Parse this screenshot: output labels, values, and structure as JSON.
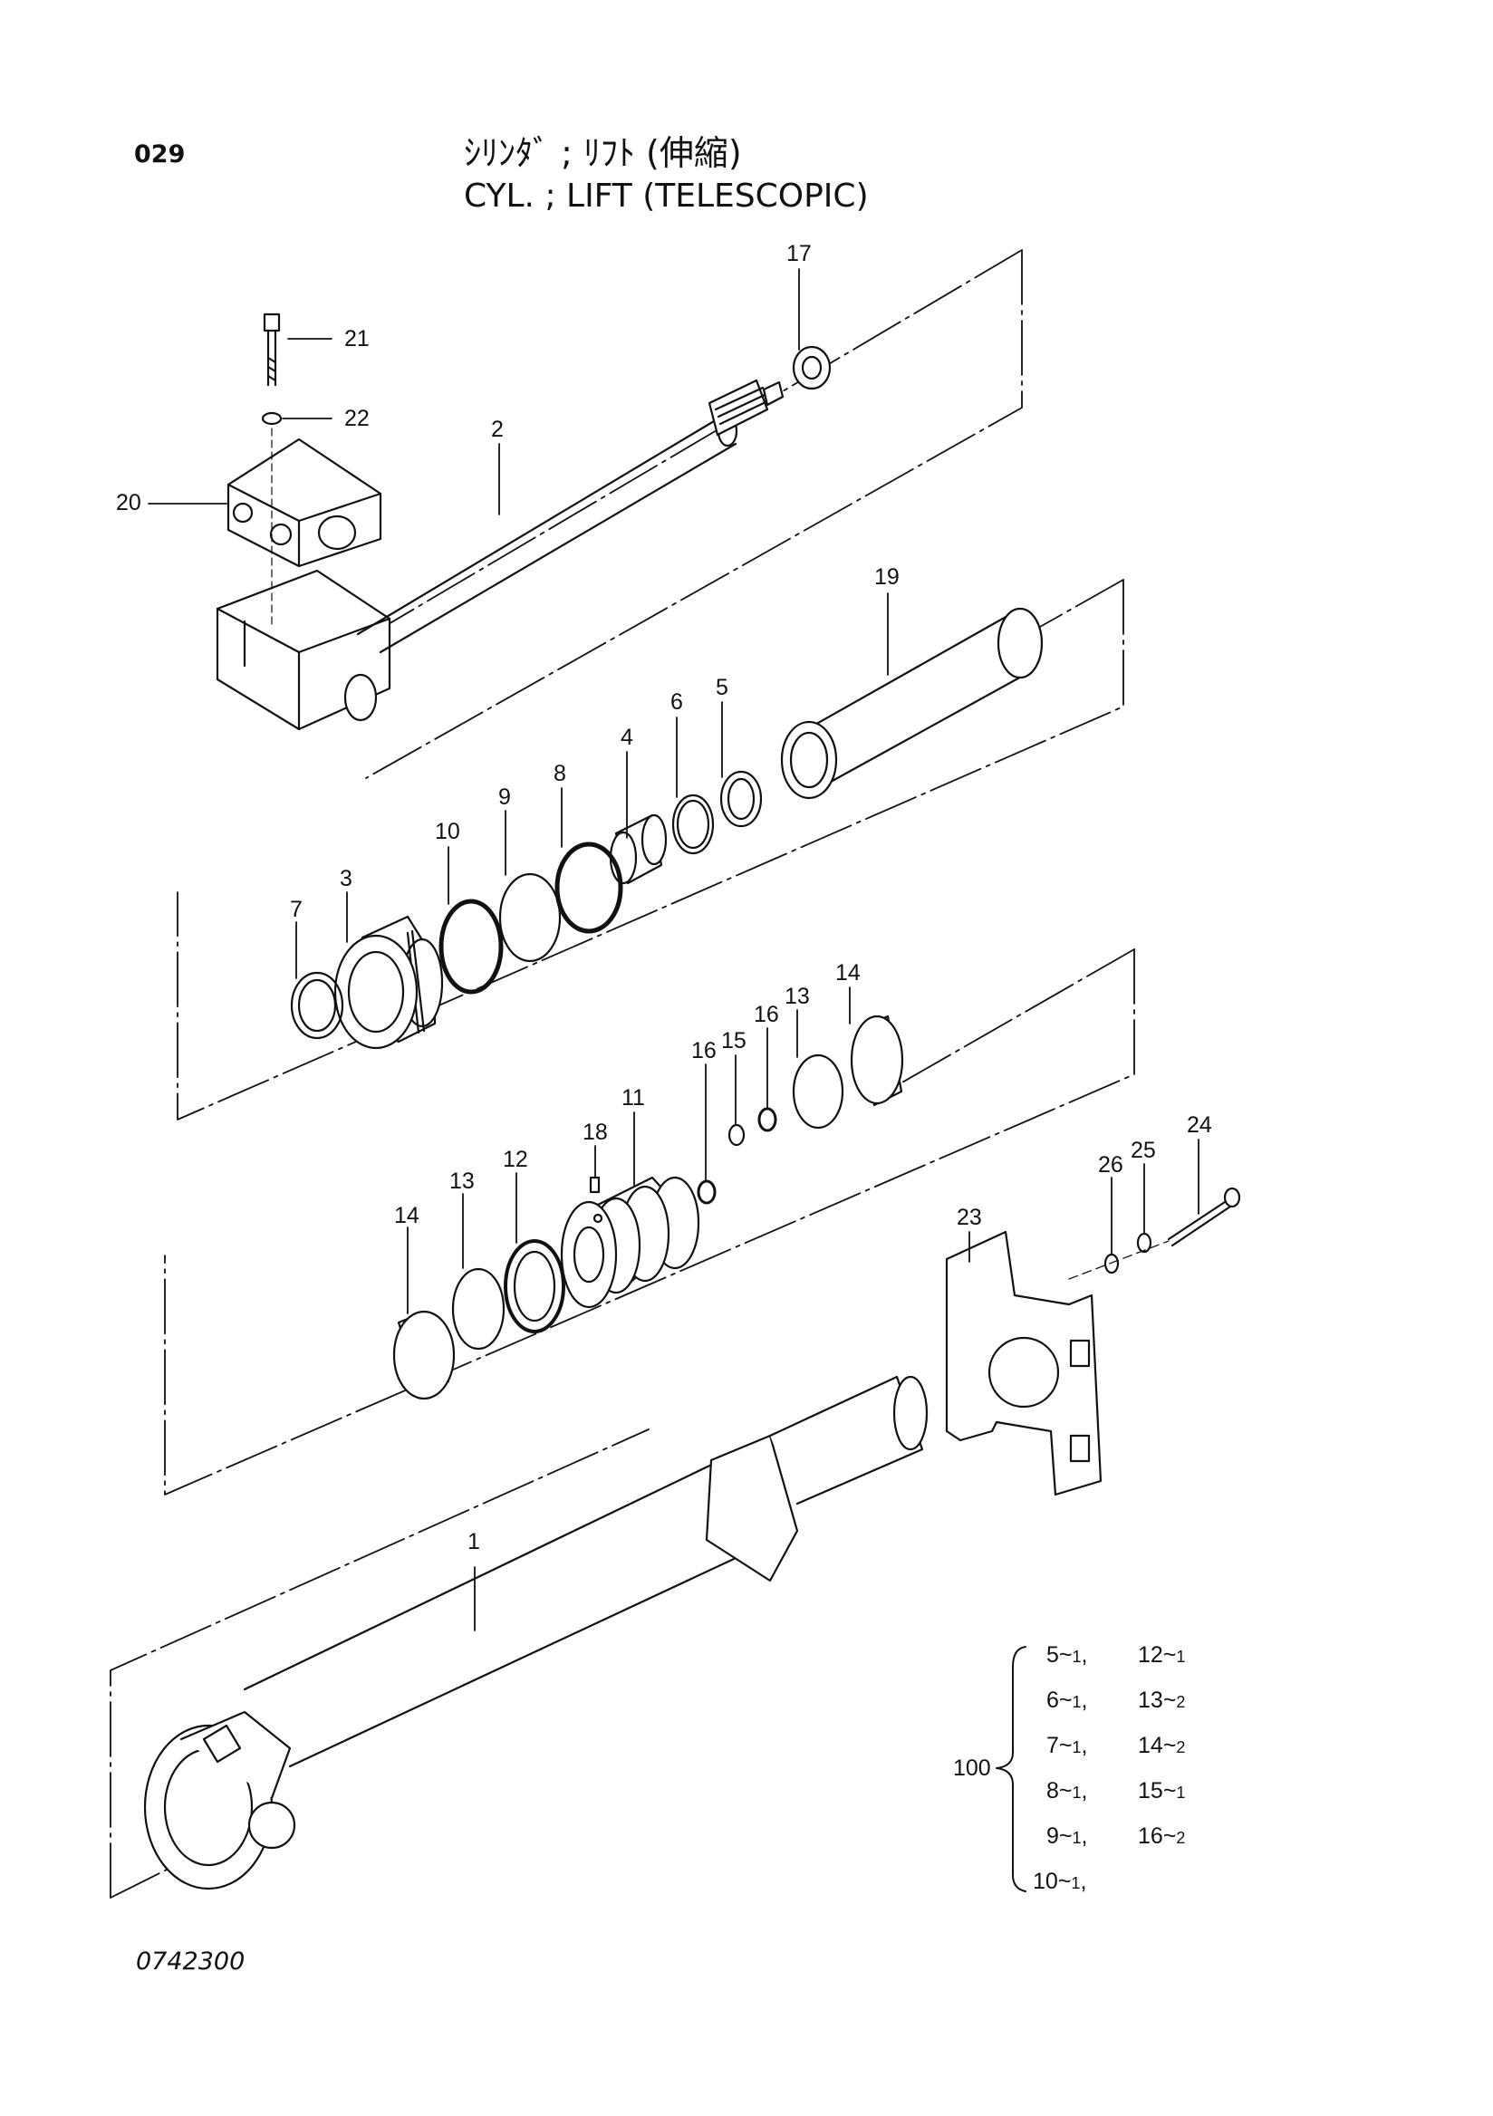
{
  "page_number": "029",
  "title_jp": "ｼﾘﾝﾀﾞ ; ﾘﾌﾄ (伸縮)",
  "title_en": "CYL. ; LIFT (TELESCOPIC)",
  "drawing_code": "0742300",
  "callouts": [
    {
      "id": "label-1",
      "text": "1"
    },
    {
      "id": "label-2",
      "text": "2"
    },
    {
      "id": "label-3",
      "text": "3"
    },
    {
      "id": "label-4",
      "text": "4"
    },
    {
      "id": "label-5",
      "text": "5"
    },
    {
      "id": "label-6",
      "text": "6"
    },
    {
      "id": "label-7",
      "text": "7"
    },
    {
      "id": "label-8",
      "text": "8"
    },
    {
      "id": "label-9",
      "text": "9"
    },
    {
      "id": "label-10",
      "text": "10"
    },
    {
      "id": "label-11",
      "text": "11"
    },
    {
      "id": "label-12",
      "text": "12"
    },
    {
      "id": "label-13a",
      "text": "13"
    },
    {
      "id": "label-13b",
      "text": "13"
    },
    {
      "id": "label-14a",
      "text": "14"
    },
    {
      "id": "label-14b",
      "text": "14"
    },
    {
      "id": "label-15",
      "text": "15"
    },
    {
      "id": "label-16a",
      "text": "16"
    },
    {
      "id": "label-16b",
      "text": "16"
    },
    {
      "id": "label-17",
      "text": "17"
    },
    {
      "id": "label-18",
      "text": "18"
    },
    {
      "id": "label-19",
      "text": "19"
    },
    {
      "id": "label-20",
      "text": "20"
    },
    {
      "id": "label-21",
      "text": "21"
    },
    {
      "id": "label-22",
      "text": "22"
    },
    {
      "id": "label-23",
      "text": "23"
    },
    {
      "id": "label-24",
      "text": "24"
    },
    {
      "id": "label-25",
      "text": "25"
    },
    {
      "id": "label-26",
      "text": "26"
    }
  ],
  "seal_kit": {
    "kit_number": "100",
    "rows": [
      {
        "left": "5",
        "left_qty": "1",
        "right": "12",
        "right_qty": "1"
      },
      {
        "left": "6",
        "left_qty": "1",
        "right": "13",
        "right_qty": "2"
      },
      {
        "left": "7",
        "left_qty": "1",
        "right": "14",
        "right_qty": "2"
      },
      {
        "left": "8",
        "left_qty": "1",
        "right": "15",
        "right_qty": "1"
      },
      {
        "left": "9",
        "left_qty": "1",
        "right": "16",
        "right_qty": "2"
      },
      {
        "left": "10",
        "left_qty": "1",
        "right": "",
        "right_qty": ""
      }
    ]
  }
}
